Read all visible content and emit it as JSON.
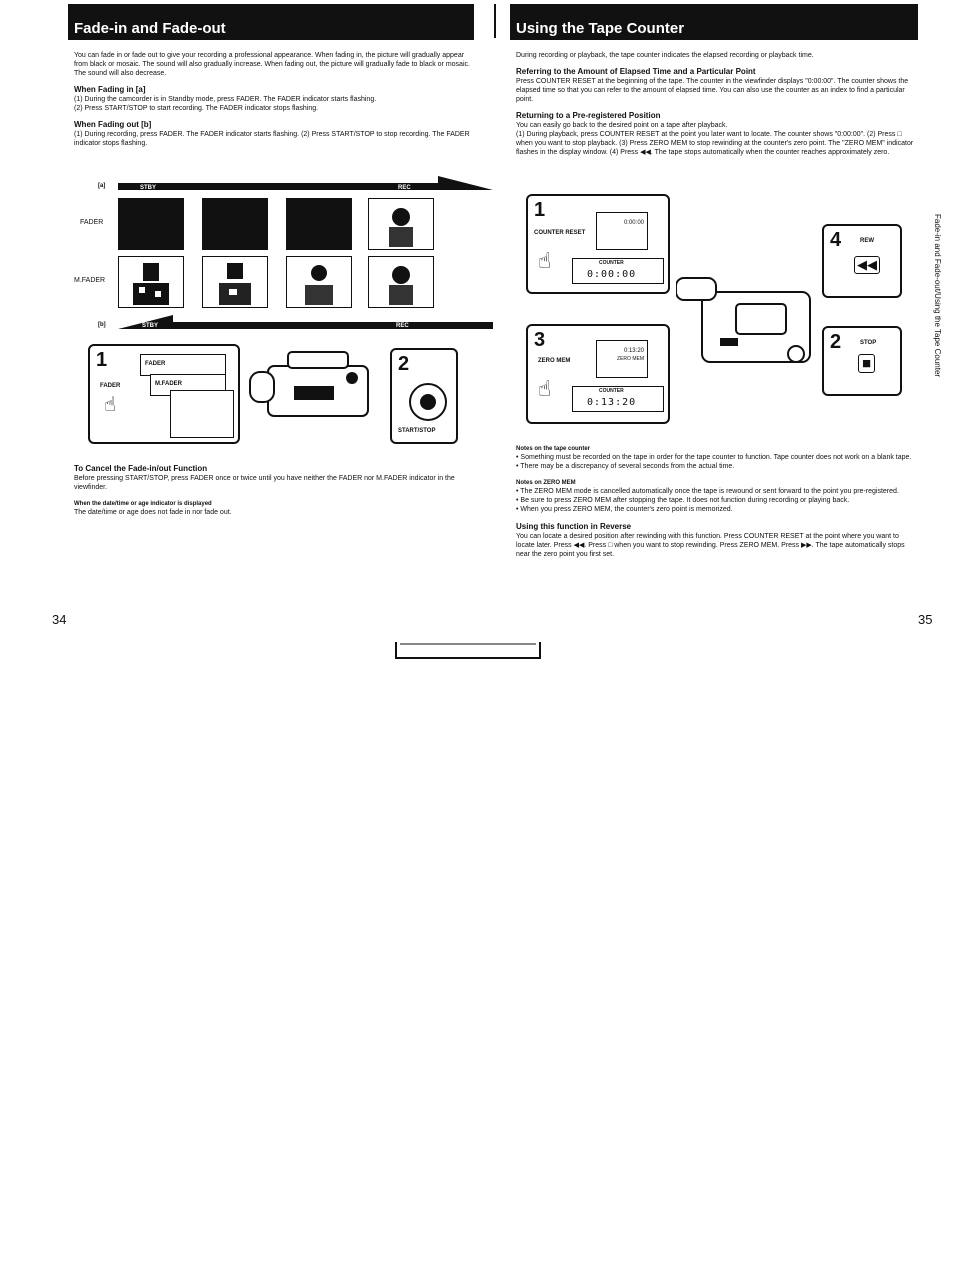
{
  "left": {
    "title": "Fade-in and Fade-out",
    "intro": "You can fade in or fade out to give your recording a professional appearance. When fading in, the picture will gradually appear from black or mosaic. The sound will also gradually increase. When fading out, the picture will gradually fade to black or mosaic. The sound will also decrease.",
    "fading_in_heading": "When Fading in [a]",
    "fading_in_text": "(1) During the camcorder is in Standby mode, press FADER. The FADER indicator starts flashing.\n(2) Press START/STOP to start recording. The FADER indicator stops flashing.",
    "fading_out_heading": "When Fading out [b]",
    "fading_out_text": "(1) During recording, press FADER. The FADER indicator starts flashing. (2) Press START/STOP to stop recording. The FADER indicator stops flashing.",
    "fig": {
      "a_label": "[a]",
      "b_label": "[b]",
      "stby": "STBY",
      "rec": "REC",
      "fader_row": "FADER",
      "mfader_row": "M.FADER"
    },
    "steps_fig": {
      "step1": "1",
      "step2": "2",
      "fader_btn": "FADER",
      "fader_screen": "FADER",
      "mfader_screen": "M.FADER",
      "start_stop": "START/STOP"
    },
    "cancel_heading": "To Cancel the Fade-in/out Function",
    "cancel_text": "Before pressing START/STOP, press FADER once or twice until you have neither the FADER nor M.FADER indicator in the viewfinder.",
    "date_heading": "When the date/time or age indicator is displayed",
    "date_text": "The date/time or age does not fade in nor fade out.",
    "page_number": "34"
  },
  "right": {
    "title": "Using the Tape Counter",
    "intro": "During recording or playback, the tape counter indicates the elapsed recording or playback time.",
    "ref_heading": "Referring to the Amount of Elapsed Time and a Particular Point",
    "ref_text": "Press COUNTER RESET at the beginning of the tape. The counter in the viewfinder displays \"0:00:00\". The counter shows the elapsed time so that you can refer to the amount of elapsed time. You can also use the counter as an index to find a particular point.",
    "ret_heading": "Returning to a Pre-registered Position",
    "ret_text": "You can easily go back to the desired point on a tape after playback.\n(1) During playback, press COUNTER RESET at the point you later want to locate. The counter shows \"0:00:00\". (2) Press □ when you want to stop playback. (3) Press ZERO MEM to stop rewinding at the counter's zero point. The \"ZERO MEM\" indicator flashes in the display window. (4) Press ◀◀. The tape stops automatically when the counter reaches approximately zero.",
    "fig": {
      "n1": "1",
      "n2": "2",
      "n3": "3",
      "n4": "4",
      "counter_reset": "COUNTER RESET",
      "vf1": "0:00:00",
      "counter_label": "COUNTER",
      "display1": "0:00:00",
      "zero_mem": "ZERO MEM",
      "vf3": "0:13:20",
      "vf3_sub": "ZERO MEM",
      "display3": "0:13:20",
      "rew": "REW",
      "stop": "STOP"
    },
    "notes_counter_heading": "Notes on the tape counter",
    "notes_counter": [
      "• Something must be recorded on the tape in order for the tape counter to function. Tape counter does not work on a blank tape.",
      "• There may be a discrepancy of several seconds from the actual time."
    ],
    "notes_zero_heading": "Notes on ZERO MEM",
    "notes_zero": [
      "• The ZERO MEM mode is cancelled automatically once the tape is rewound or sent forward to the point you pre-registered.",
      "• Be sure to press ZERO MEM after stopping the tape. It does not function during recording or playing back.",
      "• When you press ZERO MEM, the counter's zero point is memorized."
    ],
    "reverse_heading": "Using this function in Reverse",
    "reverse_text": "You can locate a desired position after rewinding with this function. Press COUNTER RESET at the point where you want to locate later. Press ◀◀. Press □ when you want to stop rewinding. Press ZERO MEM. Press ▶▶. The tape automatically stops near the zero point you first set.",
    "side_text": "Fade-in and Fade-out/Using the Tape Counter",
    "page_number": "35"
  }
}
